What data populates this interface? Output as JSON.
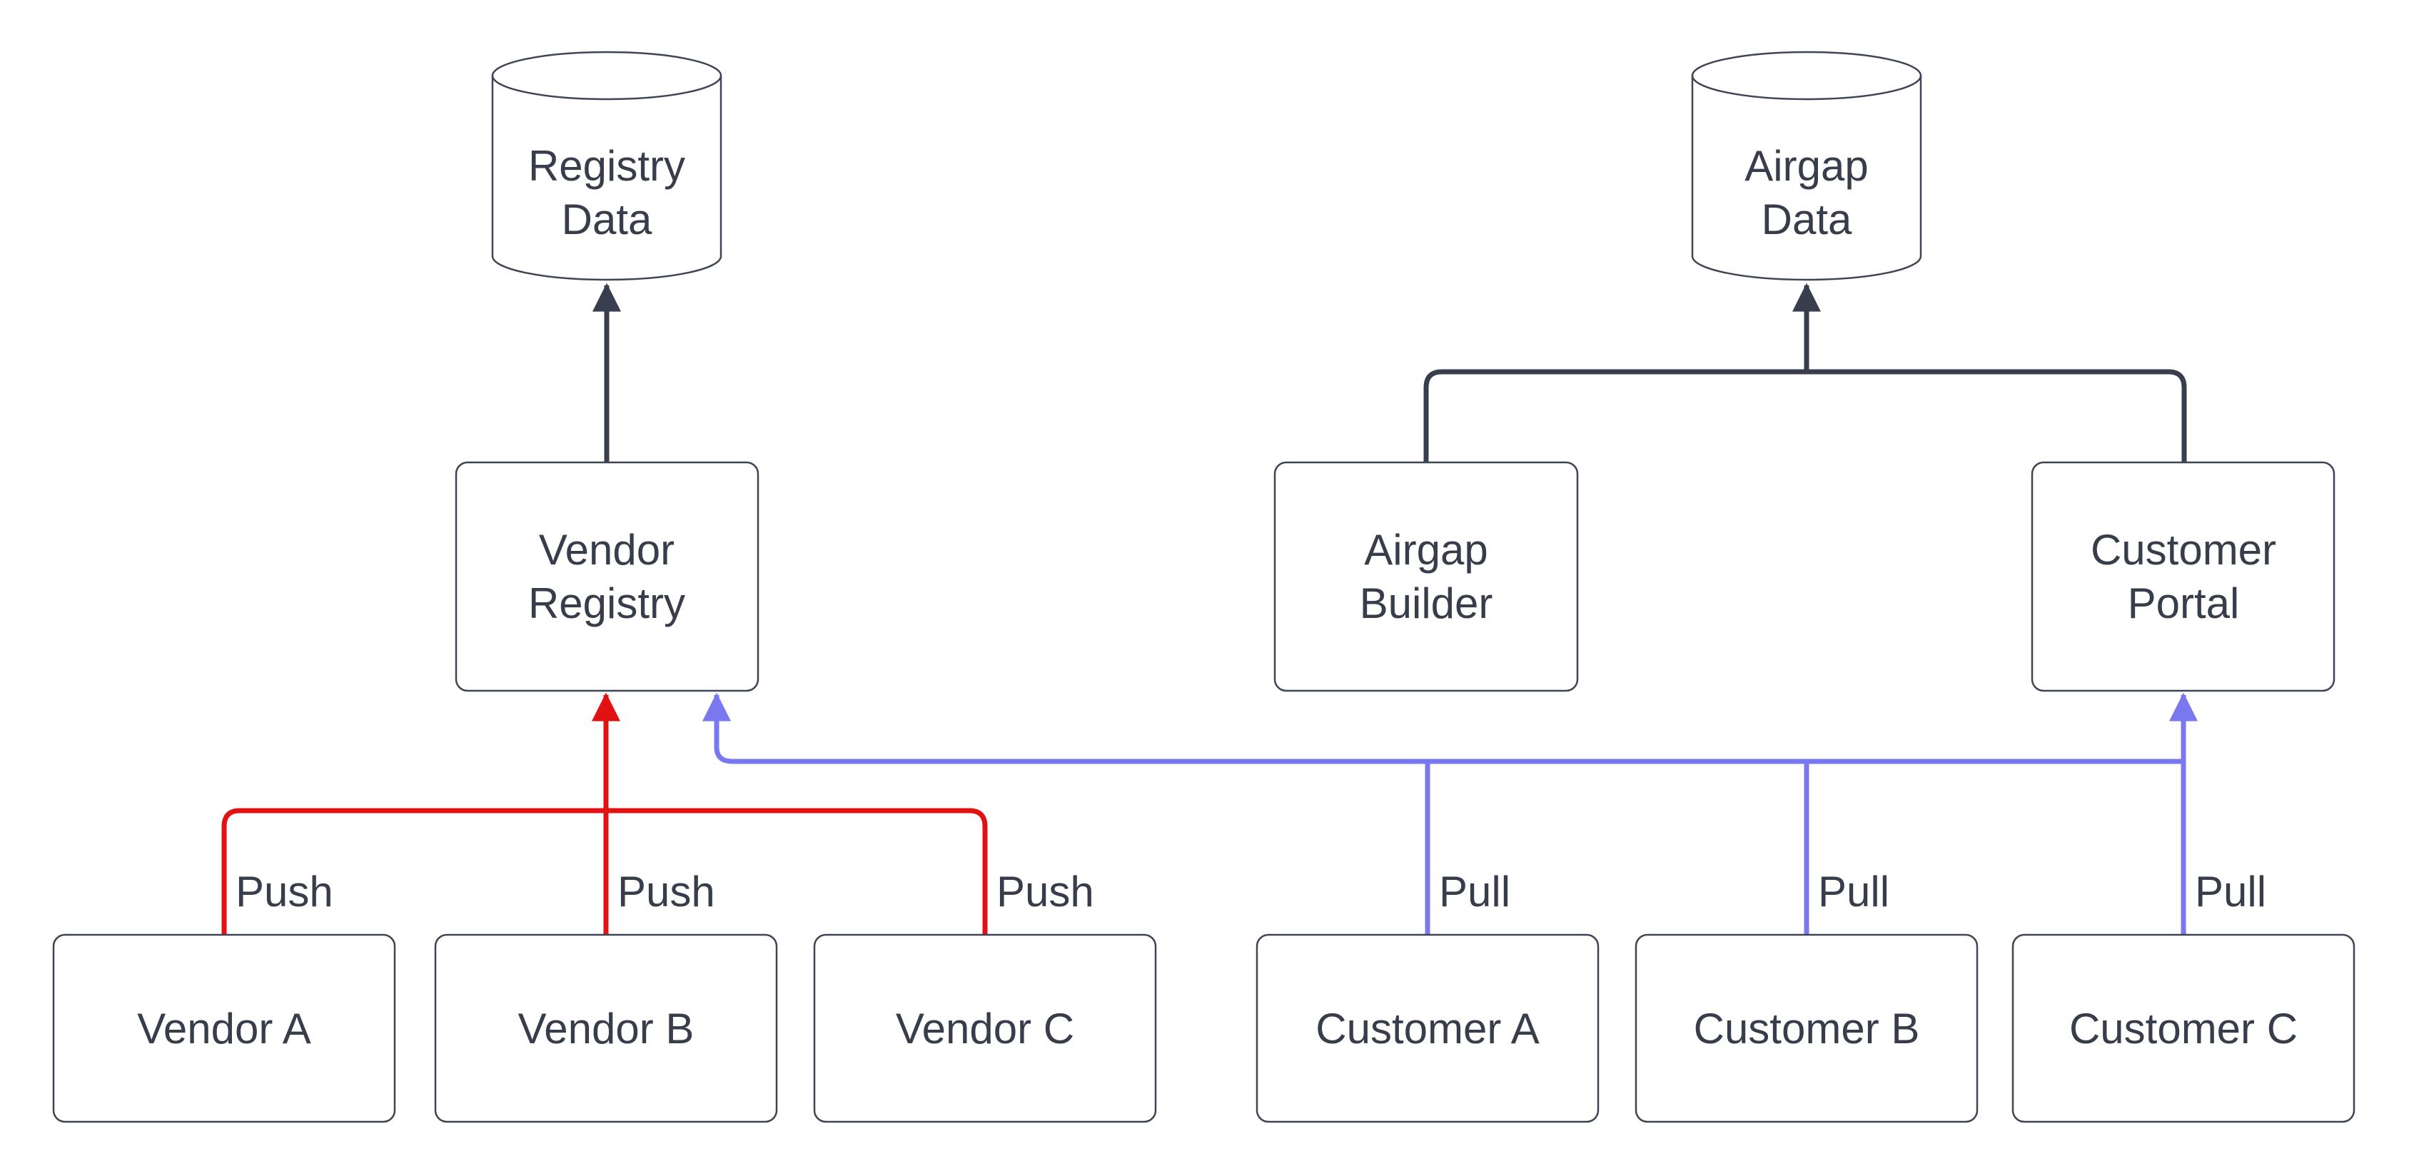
{
  "diagram": {
    "type": "flowchart",
    "background": "#ffffff",
    "colors": {
      "node_fill": "#ffffff",
      "node_border": "#3f4554",
      "text": "#373d4a",
      "edge_dark": "#383e4e",
      "edge_push_red": "#e21212",
      "edge_pull_blue": "#7a78ee"
    },
    "nodes": {
      "registry_data": {
        "label": "Registry Data",
        "shape": "cylinder",
        "lines": [
          "Registry",
          "Data"
        ]
      },
      "airgap_data": {
        "label": "Airgap Data",
        "shape": "cylinder",
        "lines": [
          "Airgap",
          "Data"
        ]
      },
      "vendor_registry": {
        "label": "Vendor Registry",
        "shape": "rect",
        "lines": [
          "Vendor",
          "Registry"
        ]
      },
      "airgap_builder": {
        "label": "Airgap Builder",
        "shape": "rect",
        "lines": [
          "Airgap",
          "Builder"
        ]
      },
      "customer_portal": {
        "label": "Customer Portal",
        "shape": "rect",
        "lines": [
          "Customer",
          "Portal"
        ]
      },
      "vendor_a": {
        "label": "Vendor A",
        "shape": "rect",
        "lines": [
          "Vendor A"
        ]
      },
      "vendor_b": {
        "label": "Vendor B",
        "shape": "rect",
        "lines": [
          "Vendor B"
        ]
      },
      "vendor_c": {
        "label": "Vendor C",
        "shape": "rect",
        "lines": [
          "Vendor C"
        ]
      },
      "customer_a": {
        "label": "Customer A",
        "shape": "rect",
        "lines": [
          "Customer A"
        ]
      },
      "customer_b": {
        "label": "Customer B",
        "shape": "rect",
        "lines": [
          "Customer B"
        ]
      },
      "customer_c": {
        "label": "Customer C",
        "shape": "rect",
        "lines": [
          "Customer C"
        ]
      }
    },
    "edges": [
      {
        "from": "Vendor A",
        "to": "Vendor Registry",
        "label": "Push",
        "color": "#e21212"
      },
      {
        "from": "Vendor B",
        "to": "Vendor Registry",
        "label": "Push",
        "color": "#e21212"
      },
      {
        "from": "Vendor C",
        "to": "Vendor Registry",
        "label": "Push",
        "color": "#e21212"
      },
      {
        "from": "Customer A",
        "to": "Vendor Registry",
        "label": "Pull",
        "color": "#7a78ee"
      },
      {
        "from": "Customer B",
        "to": "Vendor Registry",
        "label": "Pull",
        "color": "#7a78ee"
      },
      {
        "from": "Customer C",
        "to": "Customer Portal",
        "label": "Pull",
        "color": "#7a78ee"
      },
      {
        "from": "Vendor Registry",
        "to": "Registry Data",
        "label": "",
        "color": "#383e4e"
      },
      {
        "from": "Airgap Builder",
        "to": "Airgap Data",
        "label": "",
        "color": "#383e4e"
      },
      {
        "from": "Customer Portal",
        "to": "Airgap Data",
        "label": "",
        "color": "#383e4e"
      }
    ]
  }
}
